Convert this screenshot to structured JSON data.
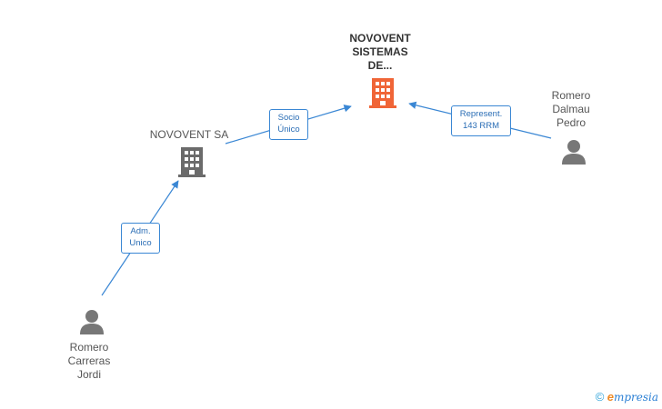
{
  "nodes": {
    "target_company": {
      "lines": [
        "NOVOVENT",
        "SISTEMAS",
        "DE..."
      ],
      "color": "#f06537"
    },
    "parent_company": {
      "lines": [
        "NOVOVENT SA"
      ],
      "color": "#6b6b6b"
    },
    "person_right": {
      "lines": [
        "Romero",
        "Dalmau",
        "Pedro"
      ],
      "color": "#777777"
    },
    "person_left": {
      "lines": [
        "Romero",
        "Carreras",
        "Jordi"
      ],
      "color": "#777777"
    }
  },
  "edges": {
    "socio_unico": {
      "lines": [
        "Socio",
        "Único"
      ]
    },
    "represent": {
      "lines": [
        "Represent.",
        "143 RRM"
      ]
    },
    "adm_unico": {
      "lines": [
        "Adm.",
        "Unico"
      ]
    }
  },
  "colors": {
    "edge": "#3a87d4"
  },
  "footer": {
    "copyright": "©",
    "brand_e": "e",
    "brand_rest": "mpresia"
  }
}
